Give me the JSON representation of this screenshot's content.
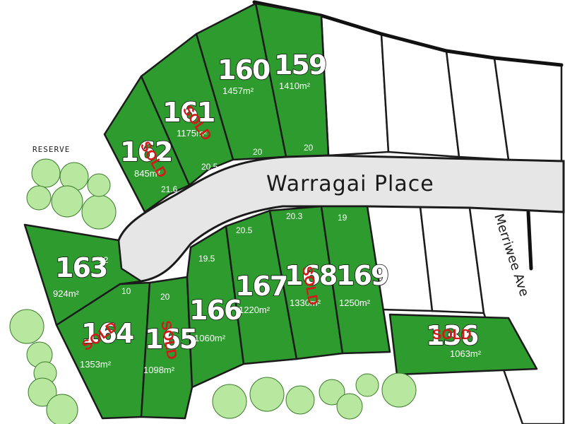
{
  "road_name": "Warragai Place",
  "side_road_name": "Merriwee Ave",
  "reserve_label": "RESERVE",
  "sold_label": "SOLD",
  "lots": {
    "l159": {
      "number": "159",
      "area": "1410m²",
      "frontage": "20",
      "sold": false
    },
    "l160": {
      "number": "160",
      "area": "1457m²",
      "frontage": "20",
      "sold": false
    },
    "l161": {
      "number": "161",
      "area": "1175m²",
      "frontage": "20.5",
      "sold": true
    },
    "l162": {
      "number": "162",
      "area": "845m²",
      "frontage": "21.6",
      "sold": true
    },
    "l163": {
      "number": "163",
      "area": "924m²",
      "frontage": "12",
      "frontage2": "10",
      "sold": false
    },
    "l164": {
      "number": "164",
      "area": "1353m²",
      "sold": true
    },
    "l165": {
      "number": "165",
      "area": "1098m²",
      "frontage": "20",
      "sold": true
    },
    "l166": {
      "number": "166",
      "area": "1060m²",
      "frontage": "19.5",
      "sold": false
    },
    "l167": {
      "number": "167",
      "area": "1220m²",
      "frontage": "20.5",
      "sold": false
    },
    "l168": {
      "number": "168",
      "area": "1330m²",
      "frontage": "20.3",
      "sold": true
    },
    "l169": {
      "number": "169",
      "area": "1250m²",
      "frontage": "19",
      "sold": false
    },
    "l136": {
      "number": "136",
      "area": "1063m²",
      "sold": true
    }
  },
  "colors": {
    "available_lot": "#2e9b2e",
    "sold_text": "#d11a1a",
    "road": "#e6e6e6"
  }
}
